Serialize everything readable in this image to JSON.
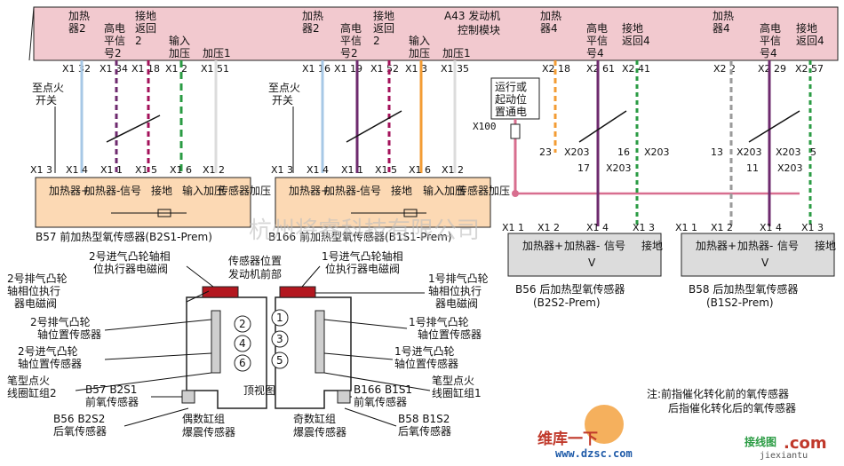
{
  "header_band": {
    "left_labels": [
      "加热",
      "器2",
      "高电",
      "平信",
      "号2",
      "接地",
      "返回",
      "2",
      "输入",
      "加压",
      "加压1"
    ],
    "mid_labels": [
      "加热",
      "器2",
      "高电",
      "平信",
      "号2",
      "接地",
      "返回",
      "2",
      "输入",
      "加压",
      "加压1"
    ],
    "module_title_1": "A43 发动机",
    "module_title_2": "控制模块",
    "right1_labels": [
      "加热",
      "器4",
      "高电",
      "平信",
      "号4",
      "接地",
      "返回4"
    ],
    "right2_labels": [
      "加热",
      "器4",
      "高电",
      "平信",
      "号4",
      "接地",
      "返回4"
    ],
    "pins_left": [
      "X1 32",
      "X1 34",
      "X1 18",
      "X1 2",
      "X1 51"
    ],
    "pins_mid": [
      "X1 16",
      "X1 19",
      "X1 52",
      "X1 3",
      "X1 35"
    ],
    "pins_r1": [
      "X2 18",
      "X2 61",
      "X2 41"
    ],
    "pins_r2": [
      "X2 2",
      "X2 29",
      "X2 57"
    ]
  },
  "left_sensor": {
    "ignition": [
      "至点火",
      "开关"
    ],
    "conn_pins": [
      "X1 3",
      "X1 4",
      "X1 1",
      "X1 5",
      "X1 6",
      "X1 2"
    ],
    "cells": [
      "加热器+",
      "加热器-",
      "信号",
      "接地",
      "输入加压",
      "传感器加压"
    ],
    "caption": "B57 前加热型氧传感器(B2S1-Prem)"
  },
  "mid_sensor": {
    "ignition": [
      "至点火",
      "开关"
    ],
    "conn_pins": [
      "X1 3",
      "X1 4",
      "X1 1",
      "X1 5",
      "X1 6",
      "X1 2"
    ],
    "cells": [
      "加热器+",
      "加热器-",
      "信号",
      "接地",
      "输入加压",
      "传感器加压"
    ],
    "caption": "B166 前加热型氧传感器(B1S1-Prem)"
  },
  "relay": {
    "text": [
      "运行或",
      "起动位",
      "置通电"
    ],
    "label": "X100"
  },
  "junctions": {
    "r1": [
      "23",
      "X203",
      "16",
      "X203",
      "17",
      "X203"
    ],
    "r2": [
      "13",
      "X203",
      "X203",
      "5",
      "11",
      "X203"
    ]
  },
  "b56": {
    "conn_pins": [
      "X1 1",
      "X1 2",
      "X1 4",
      "X1 3"
    ],
    "cells": [
      "加热器+",
      "加热器-",
      "V",
      "信号",
      "接地"
    ],
    "caption_1": "B56 后加热型氧传感器",
    "caption_2": "(B2S2-Prem)"
  },
  "b58": {
    "conn_pins": [
      "X1 1",
      "X1 2",
      "X1 4",
      "X1 3"
    ],
    "cells": [
      "加热器+",
      "加热器-",
      "V",
      "信号",
      "接地"
    ],
    "caption_1": "B58 后加热型氧传感器",
    "caption_2": "(B1S2-Prem)"
  },
  "engine": {
    "top_labels": [
      "传感器位置",
      "发动机前部"
    ],
    "view_label": "顶视图",
    "cyl_left": [
      "2",
      "4",
      "6"
    ],
    "cyl_right": [
      "1",
      "3",
      "5"
    ],
    "callouts_left": [
      "2号进气凸轮轴相",
      "位执行器电磁阀",
      "2号排气凸轮",
      "轴相位执行",
      "器电磁阀",
      "2号排气凸轮",
      "轴位置传感器",
      "2号进气凸轮",
      "轴位置传感器",
      "笔型点火",
      "线圈缸组2",
      "B57 B2S1",
      "前氧传感器",
      "B56 B2S2",
      "后氧传感器"
    ],
    "callouts_right": [
      "1号进气凸轮轴相",
      "位执行器电磁阀",
      "1号排气凸轮",
      "轴相位执行",
      "器电磁阀",
      "1号排气凸轮",
      "轴位置传感器",
      "1号进气凸轮",
      "轴位置传感器",
      "笔型点火",
      "线圈缸组1",
      "B166 B1S1",
      "前氧传感器",
      "B58 B1S2",
      "后氧传感器"
    ],
    "knock_left": [
      "偶数缸组",
      "爆震传感器"
    ],
    "knock_right": [
      "奇数缸组",
      "爆震传感器"
    ]
  },
  "note": {
    "line1": "注:前指催化转化前的氧传感器",
    "line2": "后指催化转化后的氧传感器"
  },
  "watermark": "杭州将睿科技有限公司",
  "logo": {
    "text": "维库一下",
    "url": "www.dzsc.com",
    "right_text": "接线图",
    "right_url": "jiexiantu",
    "right_dot": ".com"
  },
  "colors": {
    "band": "#f2c9cf",
    "sensor_fill": "#fcd9b4",
    "rear_fill": "#dcdcdc",
    "wire_blue": "#a7c8e6",
    "wire_purple": "#6e2a6e",
    "wire_green": "#2a9b43",
    "wire_orange": "#f39c34",
    "wire_pink": "#d86e8f",
    "wire_magenta": "#a3115a",
    "cam_red": "#b3171f"
  }
}
